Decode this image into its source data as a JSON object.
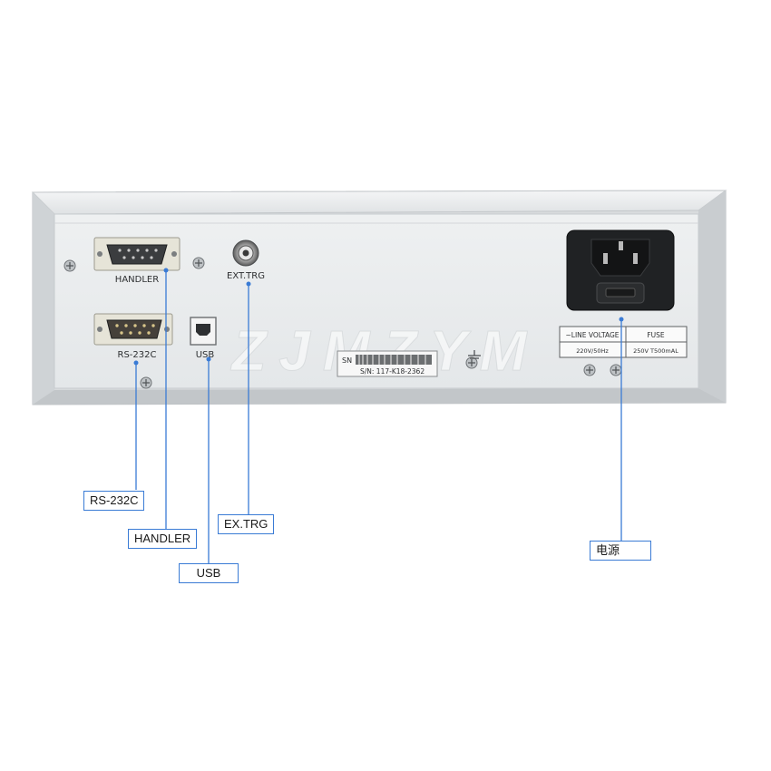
{
  "panel": {
    "handler_port_label": "HANDLER",
    "rs232_port_label": "RS-232C",
    "usb_port_label": "USB",
    "ext_trg_label": "EXT.TRG",
    "sn_label": "SN",
    "serial_number": "S/N: 117-K18-2362",
    "line_voltage_header": "~LINE VOLTAGE",
    "fuse_header": "FUSE",
    "line_voltage_value": "220V/50Hz",
    "fuse_value": "250V T500mAL",
    "watermark": "ZJMZYM"
  },
  "callouts": {
    "rs232": "RS-232C",
    "handler": "HANDLER",
    "usb": "USB",
    "ext_trg": "EX.TRG",
    "power": "电源"
  },
  "colors": {
    "leader_line": "#3a7bd5",
    "panel_face": "#eceeef",
    "chassis": "#d9dcde"
  }
}
